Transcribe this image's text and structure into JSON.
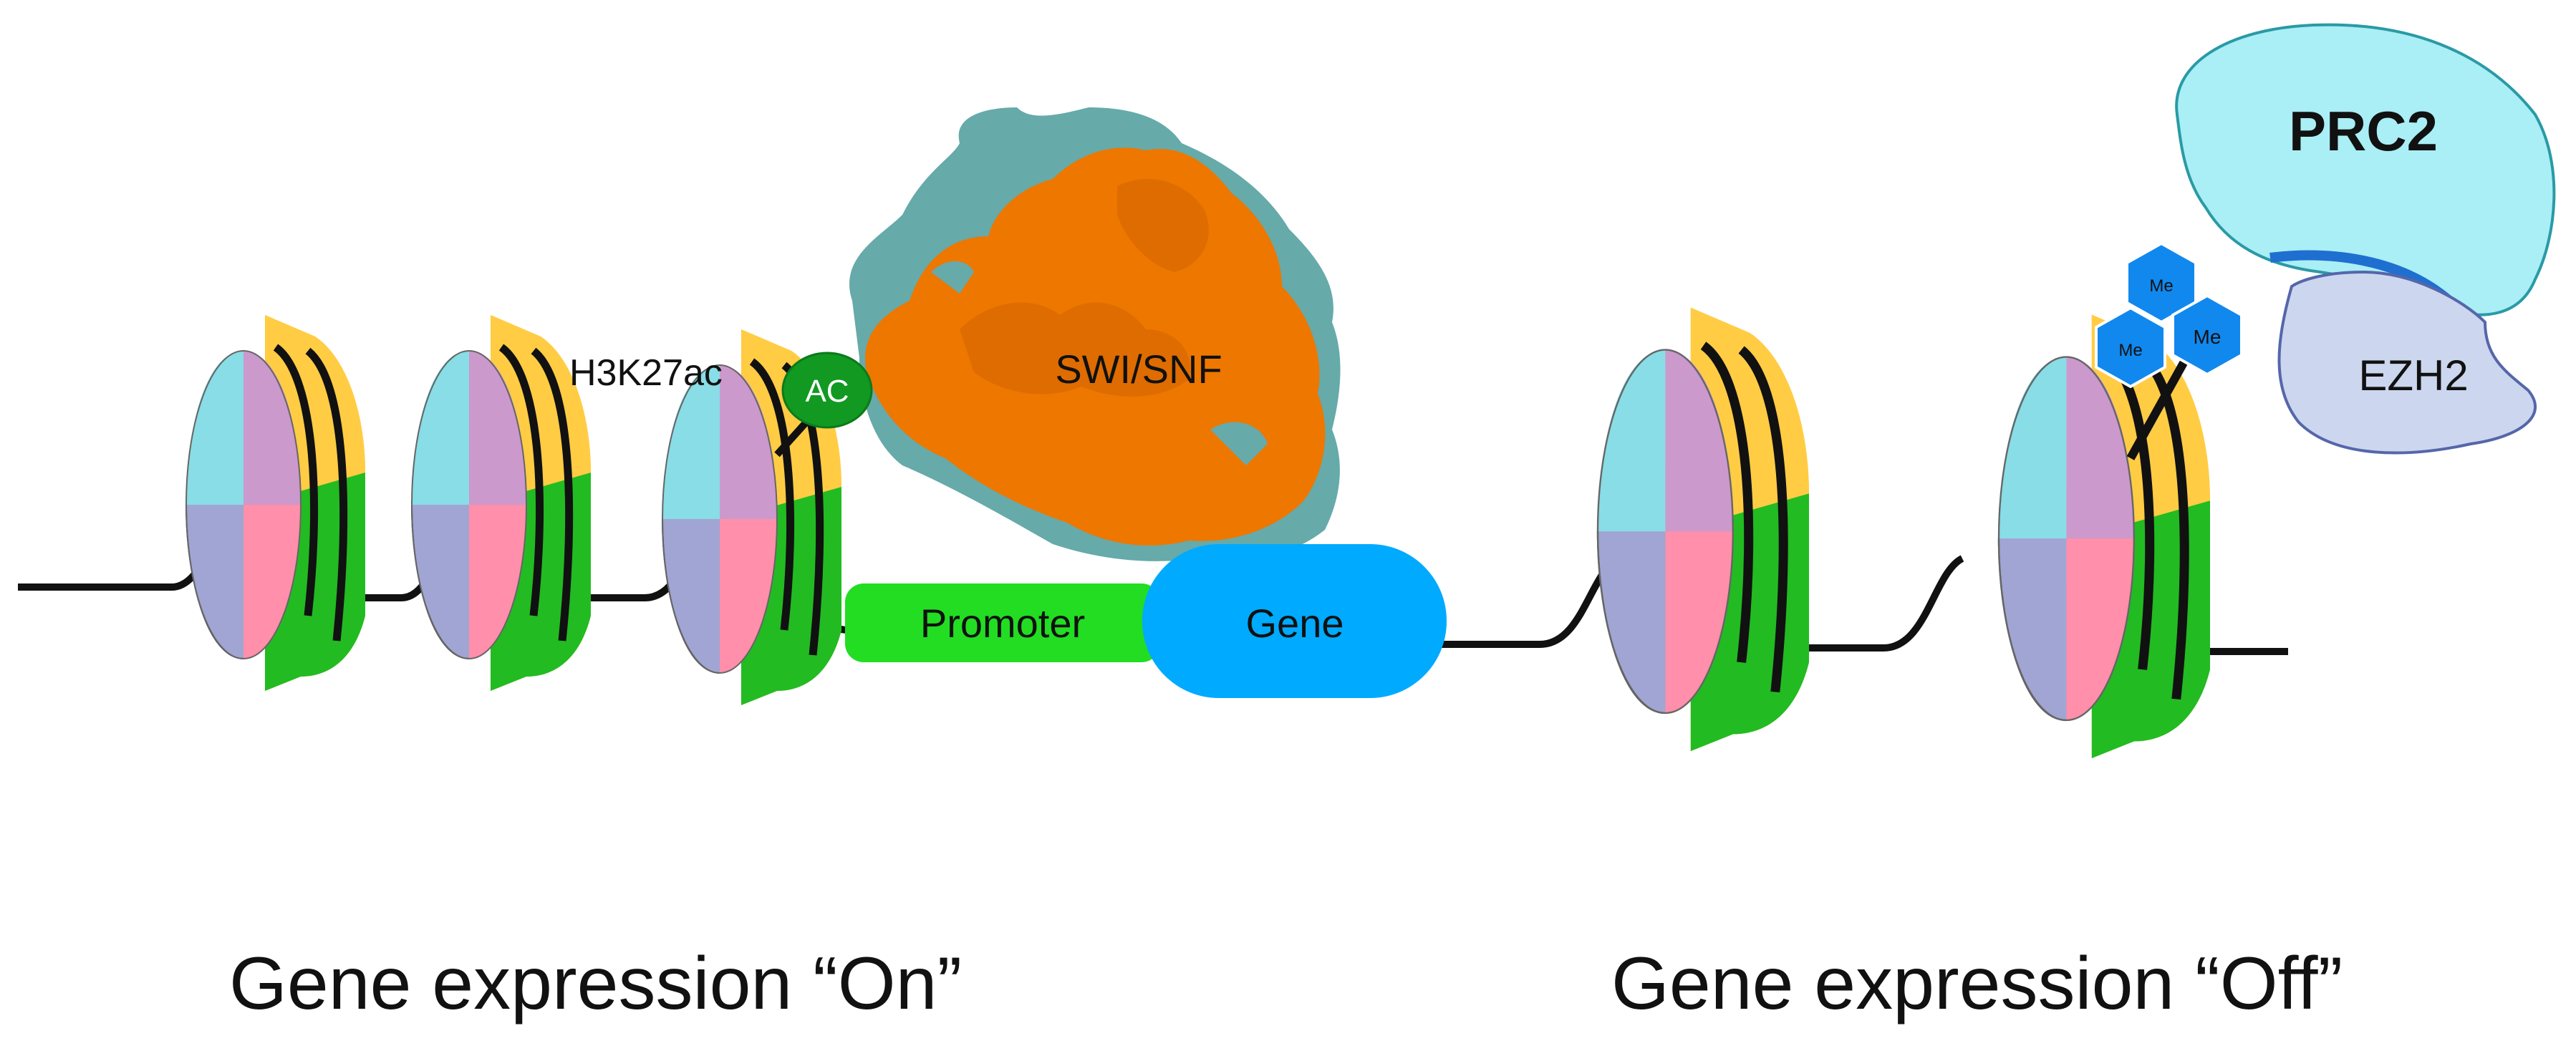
{
  "labels": {
    "mark": "H3K27ac",
    "acetyl": "AC",
    "remodeler": "SWI/SNF",
    "promoter": "Promoter",
    "gene": "Gene",
    "repressor": "PRC2",
    "methyltransferase": "EZH2",
    "methyl_group": "Me"
  },
  "captions": {
    "on": "Gene expression “On”",
    "off": "Gene expression “Off”"
  },
  "colors": {
    "dna": "#111111",
    "promoter": "#22dd22",
    "gene": "#00aaff",
    "acetyl": "#119922",
    "swi_snf_primary": "#ee7700",
    "swi_snf_secondary": "#66aaaa",
    "prc2": "#aaeef6",
    "ezh2": "#ccd6ee",
    "methyl": "#1188ee",
    "histone_cyan": "#88dde6",
    "histone_pink": "#ff8faa",
    "histone_violet": "#cc99cc",
    "histone_yellow": "#ffcc44",
    "histone_green": "#22bb22",
    "histone_blue": "#88aadd"
  }
}
